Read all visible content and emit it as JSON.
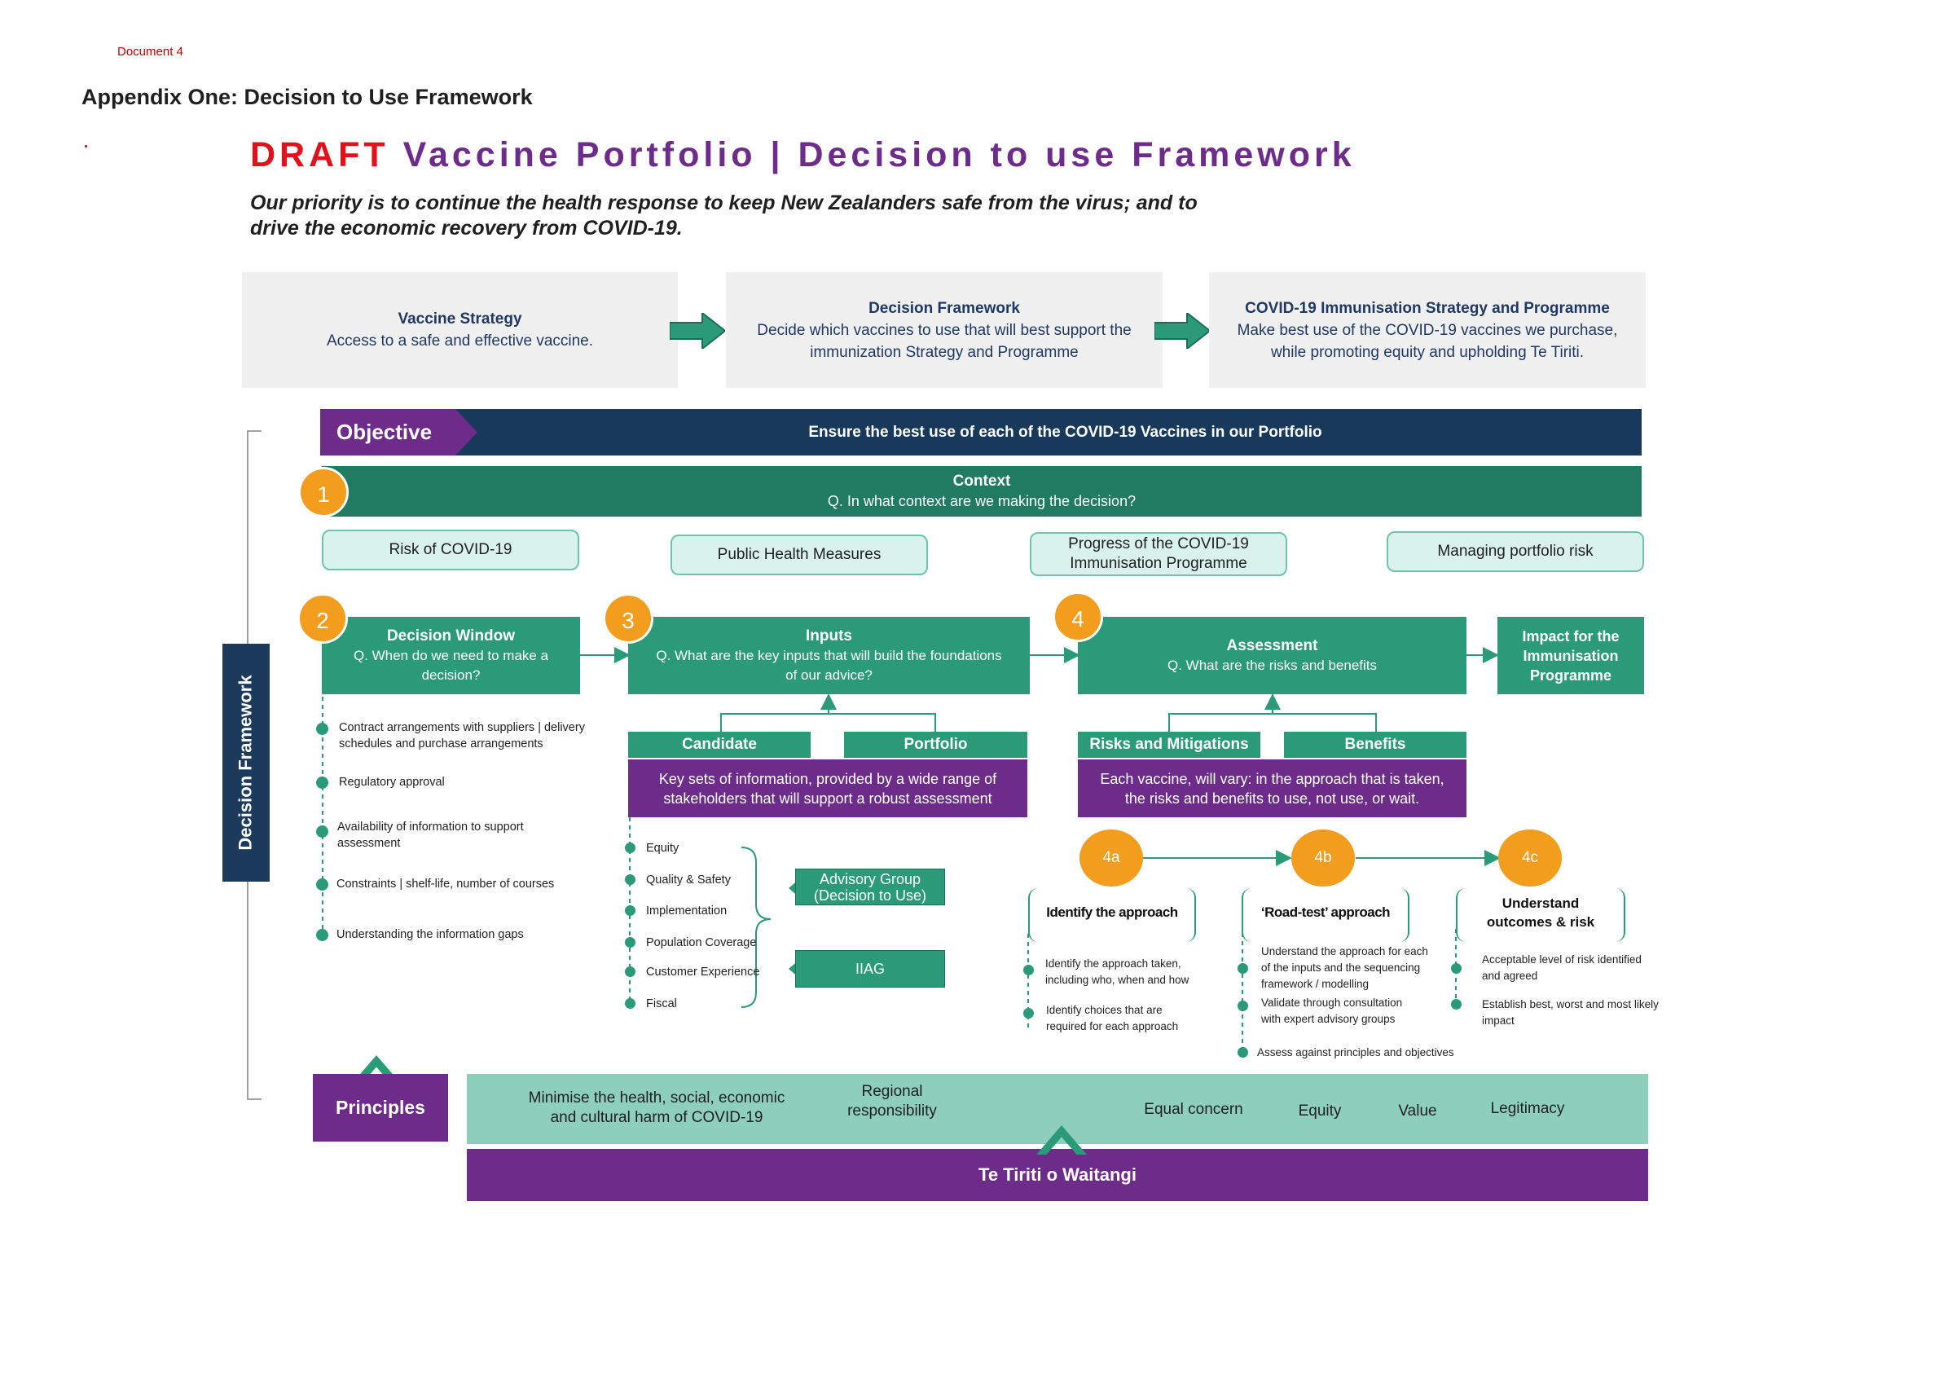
{
  "document_label": "Document 4",
  "appendix_title": "Appendix One: Decision to Use Framework",
  "title": {
    "draft": "DRAFT",
    "rest": "Vaccine Portfolio | Decision to use Framework"
  },
  "subtitle_line1": "Our priority is to continue the health response to keep New Zealanders safe from the virus; and to",
  "subtitle_line2": "drive the economic recovery from COVID-19.",
  "flow": [
    {
      "title": "Vaccine Strategy",
      "line1": "Access to a safe and effective vaccine.",
      "line2": ""
    },
    {
      "title": "Decision Framework",
      "line1": "Decide which vaccines to use  that will best support the",
      "line2": "immunization  Strategy and Programme"
    },
    {
      "title": "COVID-19 Immunisation Strategy and Programme",
      "line1": "Make best use of the COVID-19 vaccines we purchase,",
      "line2": "while promoting  equity and upholding  Te Tiriti."
    }
  ],
  "side_label": "Decision Framework",
  "objective": {
    "label": "Objective",
    "text": "Ensure the best use of each of the COVID-19 Vaccines in our Portfolio"
  },
  "context": {
    "number": "1",
    "title": "Context",
    "question": "Q. In what context are we making the decision?"
  },
  "context_items": [
    "Risk of COVID-19",
    "Public Health Measures",
    "Progress of the COVID-19 Immunisation Programme",
    "Managing portfolio risk"
  ],
  "decision_window": {
    "number": "2",
    "title": "Decision Window",
    "q1": "Q. When do we need to make a",
    "q2": "decision?",
    "bullets": [
      {
        "l1": "Contract arrangements with suppliers | delivery",
        "l2": "schedules and purchase arrangements"
      },
      {
        "l1": "Regulatory approval",
        "l2": ""
      },
      {
        "l1": "Availability of information to support",
        "l2": "assessment"
      },
      {
        "l1": "Constraints | shelf-life, number of courses",
        "l2": ""
      },
      {
        "l1": "Understanding the information gaps",
        "l2": ""
      }
    ]
  },
  "inputs": {
    "number": "3",
    "title": "Inputs",
    "q1": "Q. What are the key inputs that will build the foundations",
    "q2": "of our advice?",
    "tab1": "Candidate",
    "tab2": "Portfolio",
    "desc1": "Key sets of information, provided by a wide range of",
    "desc2": "stakeholders that will support a robust assessment",
    "bullets": [
      "Equity",
      "Quality & Safety",
      "Implementation",
      "Population Coverage",
      "Customer Experience",
      "Fiscal"
    ],
    "advisory1": "Advisory Group",
    "advisory2": "(Decision to Use)",
    "iiag": "IIAG"
  },
  "assessment": {
    "number": "4",
    "title": "Assessment",
    "question": "Q. What are the risks and benefits",
    "tab1": "Risks and Mitigations",
    "tab2": "Benefits",
    "desc1": "Each vaccine, will vary: in the approach that is taken,",
    "desc2": "the risks and benefits to use, not use, or wait."
  },
  "impact": {
    "l1": "Impact for the",
    "l2": "Immunisation",
    "l3": "Programme"
  },
  "steps": [
    {
      "number": "4a",
      "title": "Identify the approach",
      "bullets": [
        {
          "l1": "Identify the  approach taken,",
          "l2": "including who, when and how"
        },
        {
          "l1": "Identify choices that are",
          "l2": "required for each approach"
        }
      ]
    },
    {
      "number": "4b",
      "title": "‘Road-test’ approach",
      "bullets": [
        {
          "l1": "Understand the approach for each",
          "l2": "of the inputs and the sequencing",
          "l3": "framework / modelling"
        },
        {
          "l1": "Validate through consultation",
          "l2": "with expert advisory groups",
          "l3": ""
        },
        {
          "l1": "Assess against principles and objectives",
          "l2": "",
          "l3": ""
        }
      ]
    },
    {
      "number": "4c",
      "title1": "Understand",
      "title2": "outcomes & risk",
      "bullets": [
        {
          "l1": "Acceptable level of risk identified",
          "l2": "and agreed"
        },
        {
          "l1": "Establish best, worst and most likely",
          "l2": "impact"
        }
      ]
    }
  ],
  "principles": {
    "label": "Principles",
    "items": [
      {
        "l1": "Minimise the health, social, economic",
        "l2": "and cultural harm of COVID-19"
      },
      {
        "l1": "Regional",
        "l2": "responsibility"
      },
      {
        "l1": "Equal concern",
        "l2": ""
      },
      {
        "l1": "Equity",
        "l2": ""
      },
      {
        "l1": "Value",
        "l2": ""
      },
      {
        "l1": "Legitimacy",
        "l2": ""
      }
    ],
    "tiriti": "Te Tiriti o Waitangi"
  },
  "colors": {
    "teal": "#2a9a78",
    "navy": "#18395a",
    "purple": "#6e2c8a",
    "orange": "#f29d1d",
    "red": "#e0111b"
  }
}
